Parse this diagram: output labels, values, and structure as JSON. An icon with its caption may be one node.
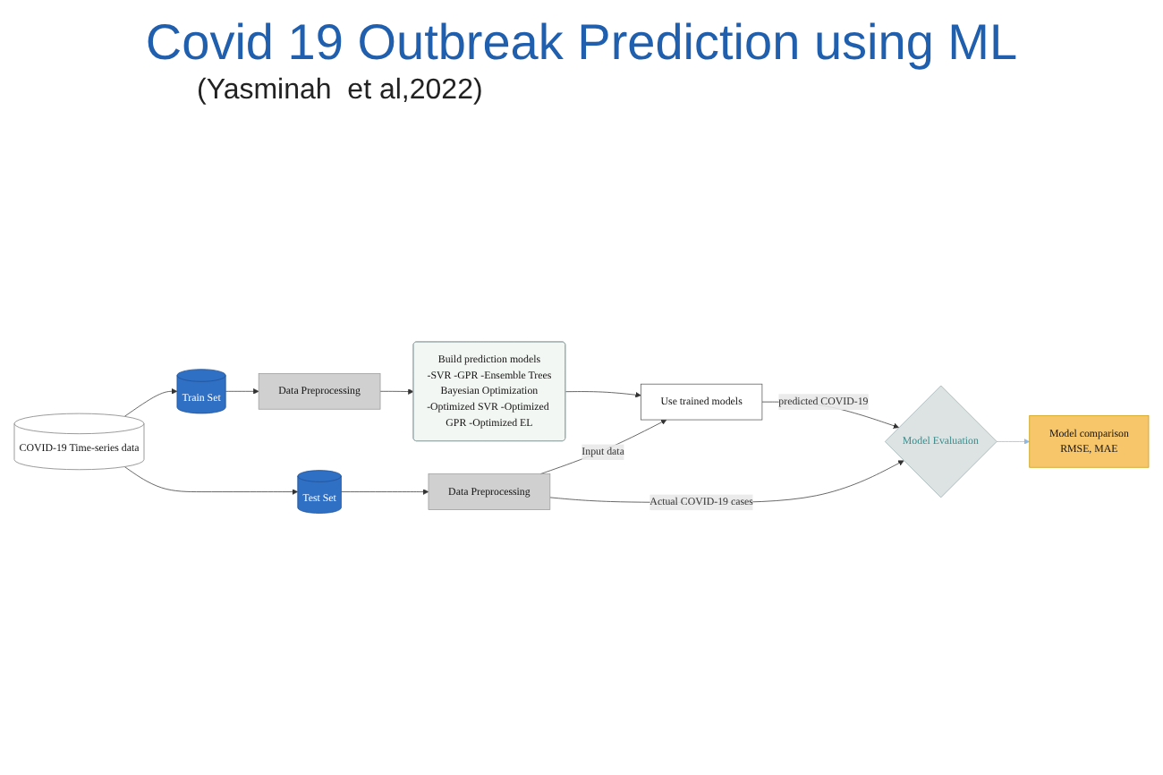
{
  "diagram": {
    "title": "Covid 19 Outbreak Prediction using ML",
    "nodes": [
      {
        "text": [
          "COVID-19 Time-series data"
        ]
      },
      {
        "text": [
          "Train Set"
        ]
      },
      {
        "text": [
          "Test Set"
        ]
      },
      {
        "text": [
          "Data Preprocessing"
        ]
      },
      {
        "text": [
          "Data Preprocessing"
        ]
      },
      {
        "text": [
          "Build prediction models",
          "-SVR -GPR -Ensemble Trees",
          "Bayesian Optimization",
          "-Optimized SVR -Optimized GPR -Optimized EL"
        ]
      },
      {
        "text": [
          "Use trained models"
        ]
      },
      {
        "text": [
          "Model Evaluation"
        ]
      },
      {
        "text": [
          "Model comparison",
          "RMSE, MAE"
        ]
      }
    ],
    "edges": [
      {
        "from": 0,
        "to": 1,
        "arrow": "to"
      },
      {
        "from": 0,
        "to": 2,
        "arrow": "to"
      },
      {
        "from": 1,
        "to": 3,
        "arrow": "to"
      },
      {
        "from": 2,
        "to": 4,
        "arrow": "to"
      },
      {
        "from": 3,
        "to": 5,
        "arrow": "to"
      },
      {
        "from": 5,
        "to": 6,
        "arrow": "to"
      },
      {
        "from": 4,
        "to": 6,
        "arrow": "to",
        "label": "Input data"
      },
      {
        "from": 6,
        "to": 7,
        "arrow": "to",
        "label": "predicted COVID-19"
      },
      {
        "from": 4,
        "to": 7,
        "arrow": "to",
        "label": "Actual COVID-19 cases"
      },
      {
        "from": 7,
        "to": 8,
        "arrow": "to",
        "color": "#8fb8e0"
      }
    ],
    "labels": [
      "(Yasminah  et al,2022)"
    ]
  }
}
